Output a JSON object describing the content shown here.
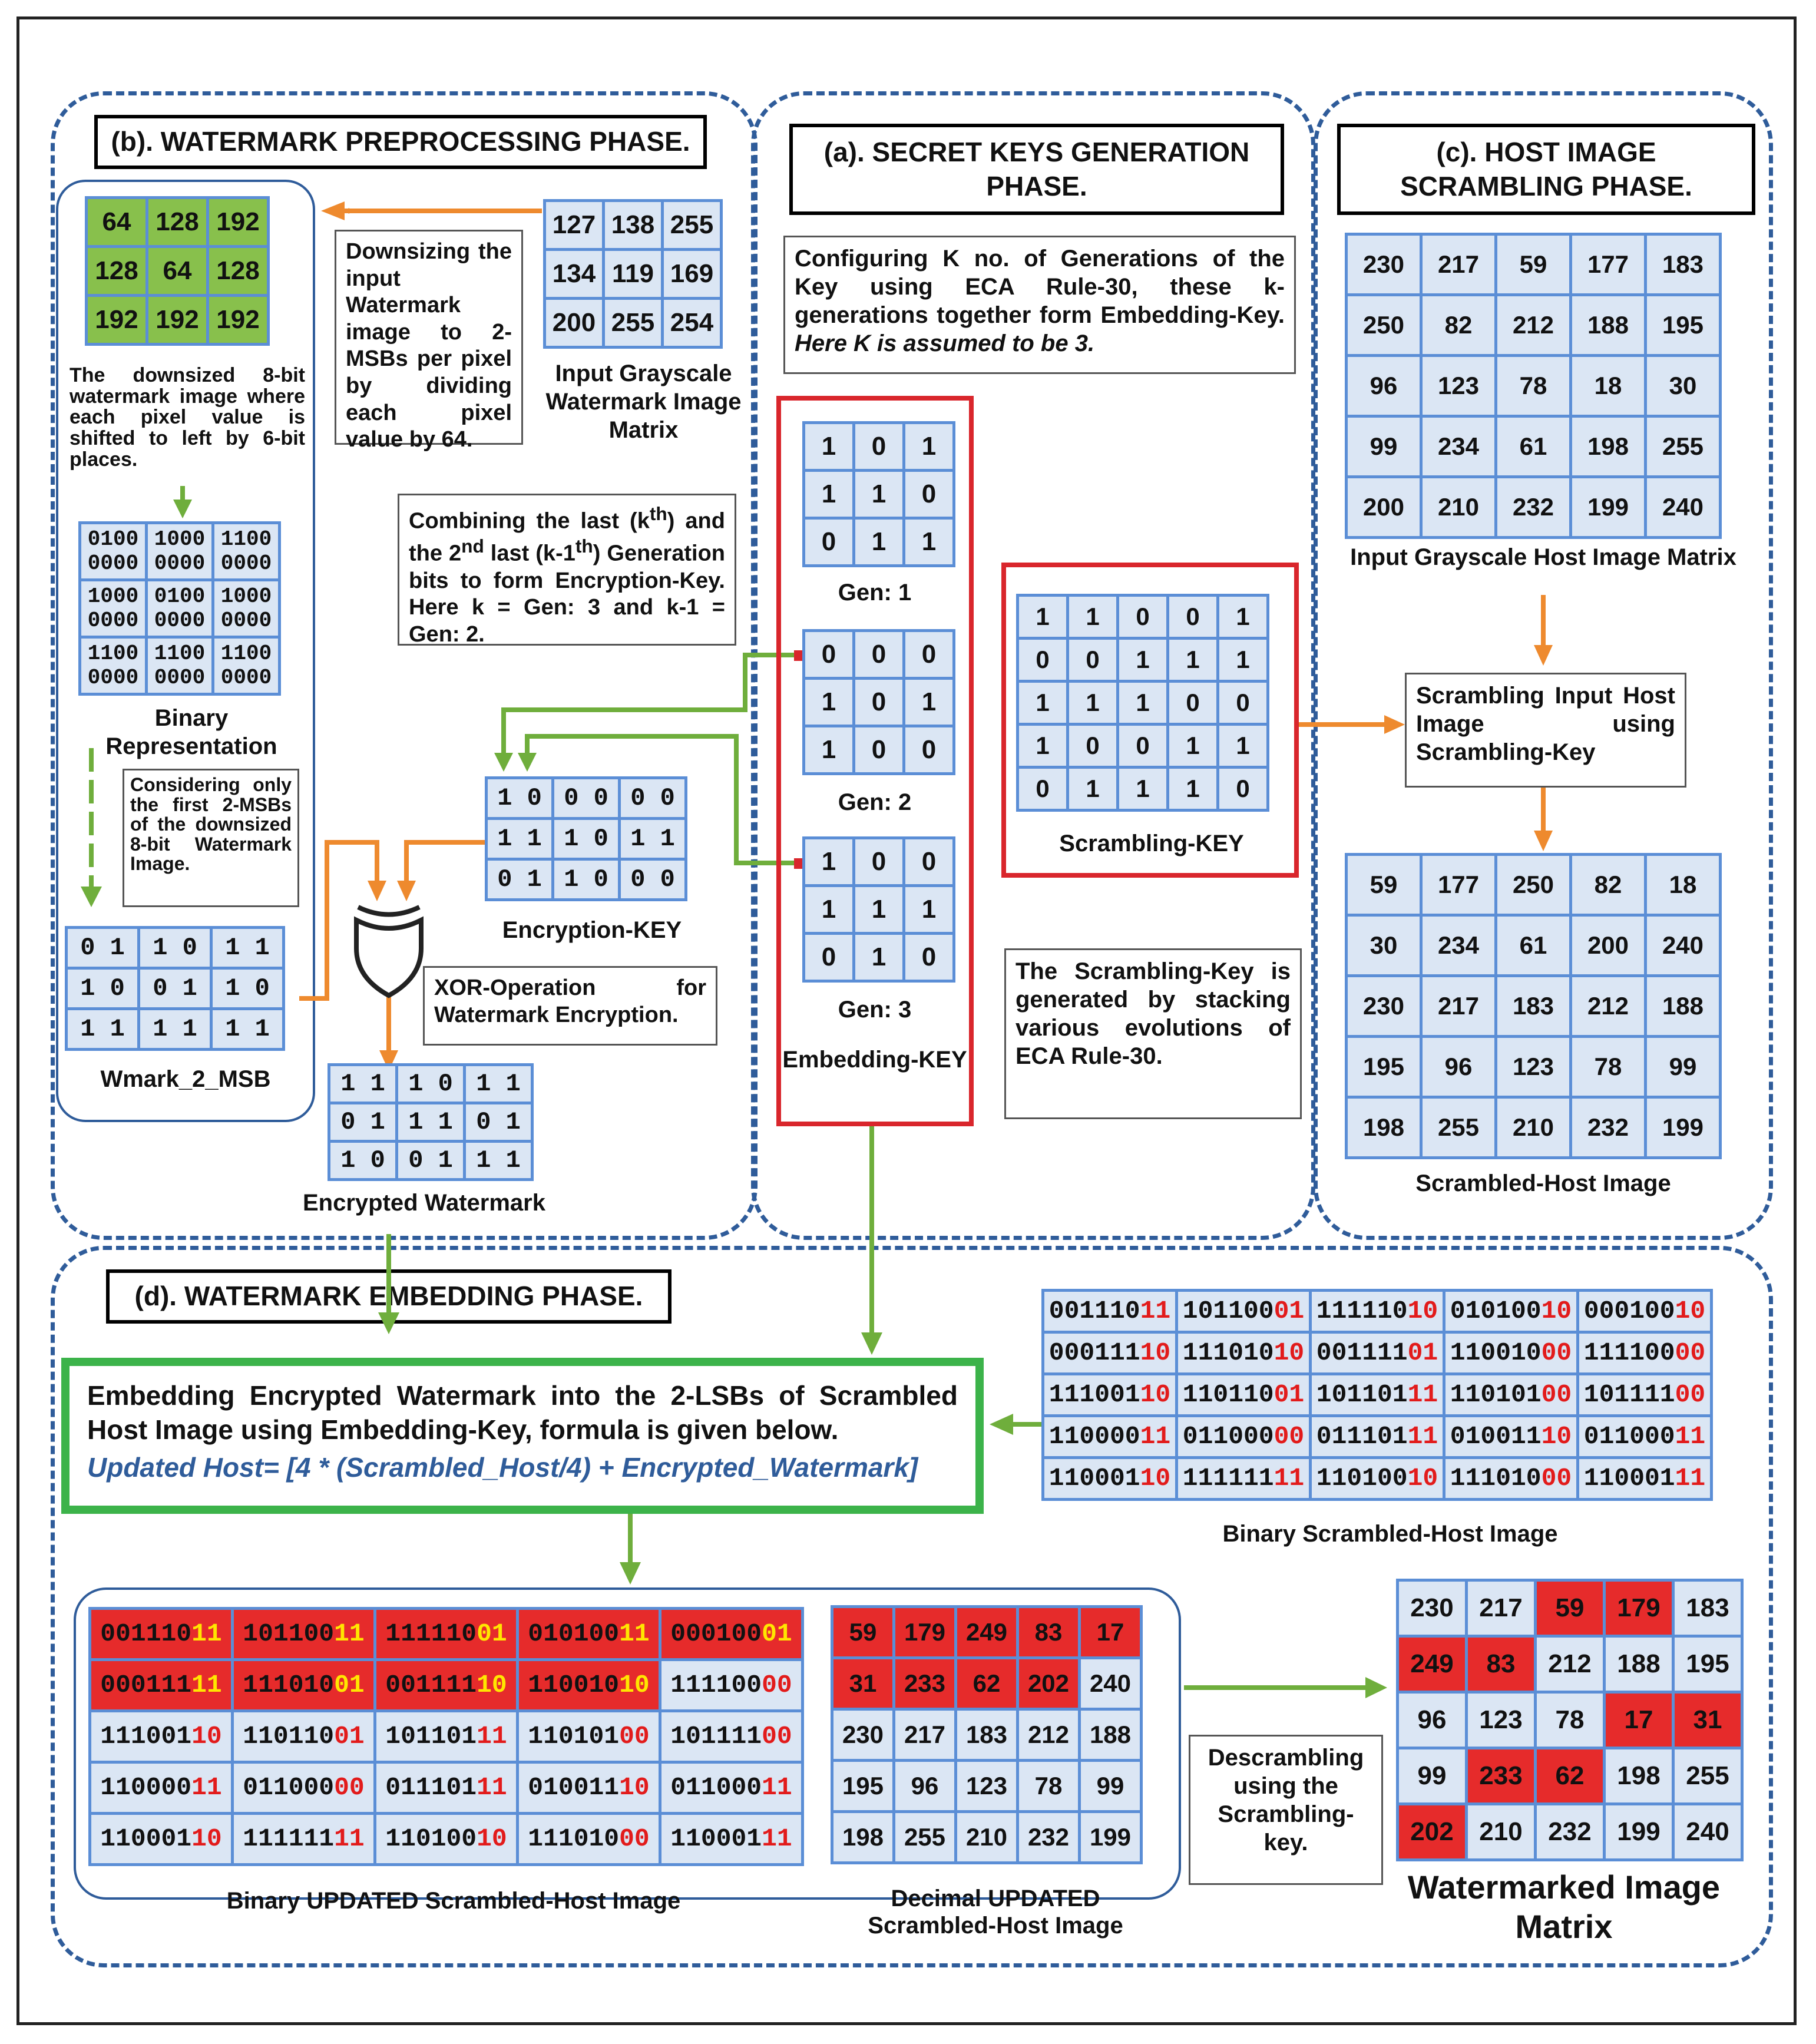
{
  "phases": {
    "a": "(a). SECRET KEYS GENERATION PHASE.",
    "b": "(b). WATERMARK PREPROCESSING PHASE.",
    "c": "(c). HOST IMAGE SCRAMBLING PHASE.",
    "d": "(d). WATERMARK EMBEDDING PHASE."
  },
  "watermark_input": {
    "matrix": [
      [
        127,
        138,
        255
      ],
      [
        134,
        119,
        169
      ],
      [
        200,
        255,
        254
      ]
    ],
    "label": "Input Grayscale Watermark Image Matrix"
  },
  "downsizing_note": "Downsizing the input Watermark image to 2-MSBs per pixel by dividing each pixel value by 64.",
  "downsized": {
    "matrix": [
      [
        64,
        128,
        192
      ],
      [
        128,
        64,
        128
      ],
      [
        192,
        192,
        192
      ]
    ],
    "label": "The downsized 8-bit watermark image where each pixel value is shifted to left by 6-bit places."
  },
  "binary": {
    "matrix": [
      [
        "0100 0000",
        "1000 0000",
        "1100 0000"
      ],
      [
        "1000 0000",
        "0100 0000",
        "1000 0000"
      ],
      [
        "1100 0000",
        "1100 0000",
        "1100 0000"
      ]
    ],
    "label": "Binary Representation"
  },
  "msb_note": "Considering only the first 2-MSBs of the downsized 8-bit Watermark Image.",
  "wmark2": {
    "matrix": [
      [
        "01",
        "10",
        "11"
      ],
      [
        "10",
        "01",
        "10"
      ],
      [
        "11",
        "11",
        "11"
      ]
    ],
    "label": "Wmark_2_MSB"
  },
  "combining_note": {
    "p1": "Combining the last (k",
    "sup1": "th",
    "p2": ") and the 2",
    "sup2": "nd",
    "p3": " last (k-1",
    "sup3": "th",
    "p4": ") Generation bits to form Encryption-Key. Here k = Gen: 3 and k-1 = Gen: 2."
  },
  "enc_key": {
    "matrix": [
      [
        "10",
        "00",
        "00"
      ],
      [
        "11",
        "10",
        "11"
      ],
      [
        "01",
        "10",
        "00"
      ]
    ],
    "label": "Encryption-KEY"
  },
  "xor_note": "XOR-Operation for Watermark Encryption.",
  "enc_wm": {
    "matrix": [
      [
        "11",
        "10",
        "11"
      ],
      [
        "01",
        "11",
        "01"
      ],
      [
        "10",
        "01",
        "11"
      ]
    ],
    "label": "Encrypted Watermark"
  },
  "config_note": {
    "text": "Configuring K no. of Generations of the Key using ECA Rule-30, these k-generations together form Embedding-Key. ",
    "italic": "Here K is assumed to be 3."
  },
  "gens": [
    {
      "label": "Gen: 1",
      "matrix": [
        [
          1,
          0,
          1
        ],
        [
          1,
          1,
          0
        ],
        [
          0,
          1,
          1
        ]
      ]
    },
    {
      "label": "Gen: 2",
      "matrix": [
        [
          0,
          0,
          0
        ],
        [
          1,
          0,
          1
        ],
        [
          1,
          0,
          0
        ]
      ]
    },
    {
      "label": "Gen: 3",
      "matrix": [
        [
          1,
          0,
          0
        ],
        [
          1,
          1,
          1
        ],
        [
          0,
          1,
          0
        ]
      ]
    }
  ],
  "embedding_key_label": "Embedding-KEY",
  "scr_key": {
    "matrix": [
      [
        1,
        1,
        0,
        0,
        1
      ],
      [
        0,
        0,
        1,
        1,
        1
      ],
      [
        1,
        1,
        1,
        0,
        0
      ],
      [
        1,
        0,
        0,
        1,
        1
      ],
      [
        0,
        1,
        1,
        1,
        0
      ]
    ],
    "label": "Scrambling-KEY"
  },
  "scr_note": "The Scrambling-Key is generated by stacking various evolutions of ECA Rule-30.",
  "host_input": {
    "matrix": [
      [
        230,
        217,
        59,
        177,
        183
      ],
      [
        250,
        82,
        212,
        188,
        195
      ],
      [
        96,
        123,
        78,
        18,
        30
      ],
      [
        99,
        234,
        61,
        198,
        255
      ],
      [
        200,
        210,
        232,
        199,
        240
      ]
    ],
    "label": "Input Grayscale Host Image Matrix"
  },
  "scr_action": "Scrambling Input Host Image using Scrambling-Key",
  "scr_host": {
    "matrix": [
      [
        59,
        177,
        250,
        82,
        18
      ],
      [
        30,
        234,
        61,
        200,
        240
      ],
      [
        230,
        217,
        183,
        212,
        188
      ],
      [
        195,
        96,
        123,
        78,
        99
      ],
      [
        198,
        255,
        210,
        232,
        199
      ]
    ],
    "label": "Scrambled-Host Image"
  },
  "embed_box": {
    "line1": "Embedding Encrypted Watermark into the 2-LSBs of Scrambled Host Image using Embedding-Key, formula is given below.",
    "formula": "Updated Host= [4 * (Scrambled_Host/4) + Encrypted_Watermark]"
  },
  "bin_scr": {
    "label": "Binary Scrambled-Host Image",
    "cells": [
      [
        [
          "001110",
          "11"
        ],
        [
          "101100",
          "01"
        ],
        [
          "111110",
          "10"
        ],
        [
          "010100",
          "10"
        ],
        [
          "000100",
          "10"
        ]
      ],
      [
        [
          "000111",
          "10"
        ],
        [
          "111010",
          "10"
        ],
        [
          "001111",
          "01"
        ],
        [
          "110010",
          "00"
        ],
        [
          "111100",
          "00"
        ]
      ],
      [
        [
          "111001",
          "10"
        ],
        [
          "110110",
          "01"
        ],
        [
          "101101",
          "11"
        ],
        [
          "110101",
          "00"
        ],
        [
          "101111",
          "00"
        ]
      ],
      [
        [
          "110000",
          "11"
        ],
        [
          "011000",
          "00"
        ],
        [
          "011101",
          "11"
        ],
        [
          "010011",
          "10"
        ],
        [
          "011000",
          "11"
        ]
      ],
      [
        [
          "110001",
          "10"
        ],
        [
          "111111",
          "11"
        ],
        [
          "110100",
          "10"
        ],
        [
          "111010",
          "00"
        ],
        [
          "110001",
          "11"
        ]
      ]
    ]
  },
  "bin_upd": {
    "label": "Binary UPDATED Scrambled-Host Image",
    "cells": [
      [
        [
          "001110",
          "11"
        ],
        [
          "101100",
          "11"
        ],
        [
          "111110",
          "01"
        ],
        [
          "010100",
          "11"
        ],
        [
          "000100",
          "01"
        ]
      ],
      [
        [
          "000111",
          "11"
        ],
        [
          "111010",
          "01"
        ],
        [
          "001111",
          "10"
        ],
        [
          "110010",
          "10"
        ],
        [
          "111100",
          "00"
        ]
      ],
      [
        [
          "111001",
          "10"
        ],
        [
          "110110",
          "01"
        ],
        [
          "101101",
          "11"
        ],
        [
          "110101",
          "00"
        ],
        [
          "101111",
          "00"
        ]
      ],
      [
        [
          "110000",
          "11"
        ],
        [
          "011000",
          "00"
        ],
        [
          "011101",
          "11"
        ],
        [
          "010011",
          "10"
        ],
        [
          "011000",
          "11"
        ]
      ],
      [
        [
          "110001",
          "10"
        ],
        [
          "111111",
          "11"
        ],
        [
          "110100",
          "10"
        ],
        [
          "111010",
          "00"
        ],
        [
          "110001",
          "11"
        ]
      ]
    ],
    "highlight_count": 9
  },
  "dec_upd": {
    "matrix": [
      [
        59,
        179,
        249,
        83,
        17
      ],
      [
        31,
        233,
        62,
        202,
        240
      ],
      [
        230,
        217,
        183,
        212,
        188
      ],
      [
        195,
        96,
        123,
        78,
        99
      ],
      [
        198,
        255,
        210,
        232,
        199
      ]
    ],
    "highlight_count": 9,
    "label": "Decimal UPDATED Scrambled-Host Image"
  },
  "descr_note": "Descrambling using the Scrambling-key.",
  "wm_img": {
    "matrix": [
      [
        230,
        217,
        59,
        179,
        183
      ],
      [
        249,
        83,
        212,
        188,
        195
      ],
      [
        96,
        123,
        78,
        17,
        31
      ],
      [
        99,
        233,
        62,
        198,
        255
      ],
      [
        202,
        210,
        232,
        199,
        240
      ]
    ],
    "highlight": [
      [
        0,
        2
      ],
      [
        0,
        3
      ],
      [
        1,
        0
      ],
      [
        1,
        1
      ],
      [
        2,
        3
      ],
      [
        2,
        4
      ],
      [
        3,
        1
      ],
      [
        3,
        2
      ],
      [
        4,
        0
      ]
    ],
    "label": "Watermarked Image Matrix"
  },
  "colors": {
    "dash": "#2f5c9a",
    "cell": "#dbe6f4",
    "grid": "#5b8ed6",
    "green_cell": "#88c04c",
    "red": "#e21b1b",
    "yellow": "#ffe600",
    "arrow_orange": "#ee8a2e",
    "arrow_green": "#6fae3c"
  }
}
